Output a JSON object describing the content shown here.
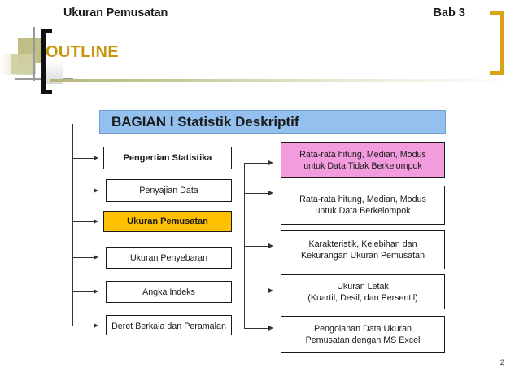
{
  "header": {
    "title": "Ukuran Pemusatan",
    "chapter": "Bab 3",
    "section": "OUTLINE"
  },
  "colors": {
    "title_bar": "#93C0EE",
    "highlight_amber": "#FFC000",
    "highlight_pink": "#F29CDD",
    "section_gold": "#C8960C",
    "bracket_gold": "#D9A211",
    "olive": "#BFBF86"
  },
  "diagram": {
    "title": "BAGIAN  I  Statistik Deskriptif",
    "left_nodes": [
      {
        "label": "Pengertian Statistika",
        "style": "bold"
      },
      {
        "label": "Penyajian Data",
        "style": "plain"
      },
      {
        "label": "Ukuran Pemusatan",
        "style": "amber"
      },
      {
        "label": "Ukuran Penyebaran",
        "style": "plain"
      },
      {
        "label": "Angka Indeks",
        "style": "plain"
      },
      {
        "label": "Deret Berkala dan Peramalan",
        "style": "plain"
      }
    ],
    "right_nodes": [
      {
        "line1": "Rata-rata hitung, Median, Modus",
        "line2": "untuk Data Tidak Berkelompok",
        "style": "pink"
      },
      {
        "line1": "Rata-rata hitung, Median, Modus",
        "line2": "untuk Data Berkelompok",
        "style": "plain"
      },
      {
        "line1": "Karakteristik, Kelebihan dan",
        "line2": "Kekurangan Ukuran Pemusatan",
        "style": "plain"
      },
      {
        "line1": "Ukuran Letak",
        "line2": "(Kuartil, Desil, dan Persentil)",
        "style": "plain"
      },
      {
        "line1": "Pengolahan Data Ukuran",
        "line2": "Pemusatan dengan MS Excel",
        "style": "plain"
      }
    ]
  },
  "footer": {
    "page_number": "2"
  }
}
